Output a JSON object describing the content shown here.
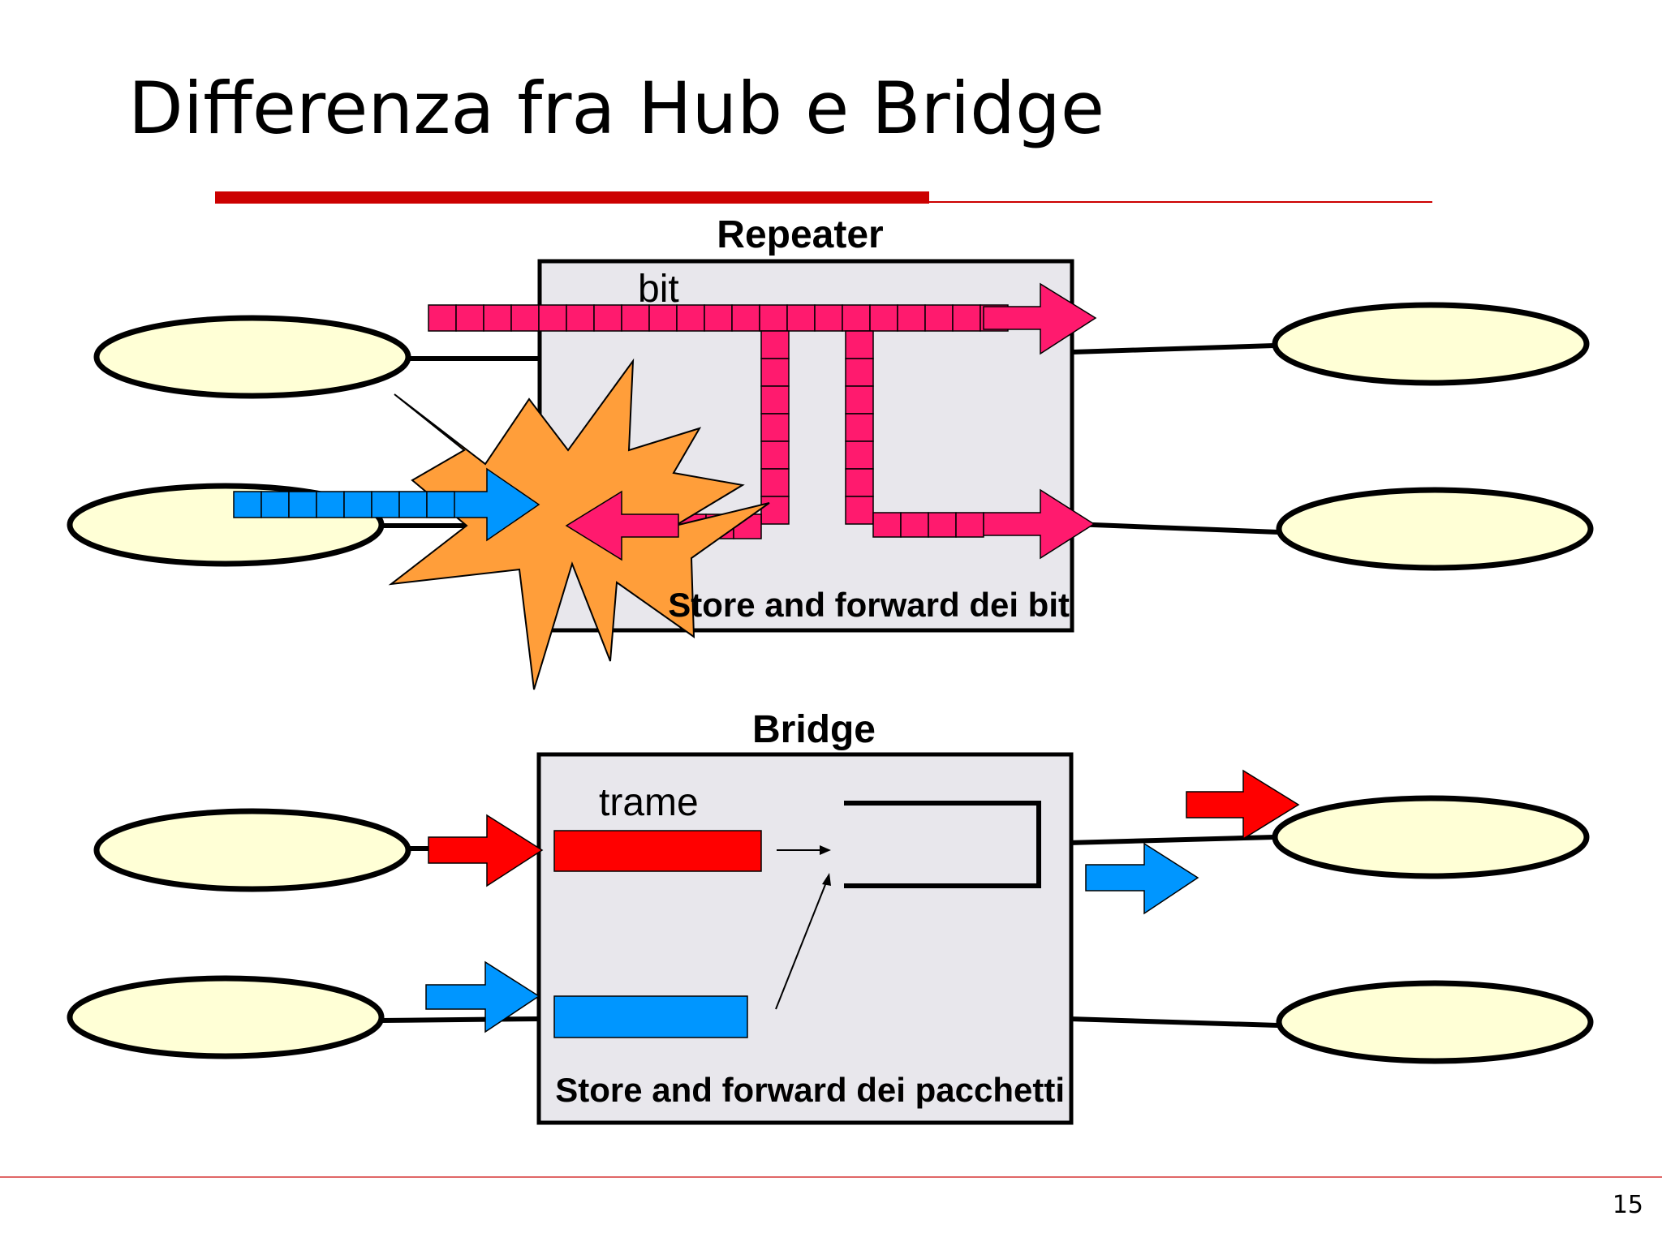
{
  "slide": {
    "title": "Differenza fra Hub e Bridge",
    "page_number": "15"
  },
  "repeater": {
    "heading": "Repeater",
    "unit_label": "bit",
    "caption": "Store and forward dei bit"
  },
  "bridge": {
    "heading": "Bridge",
    "unit_label": "trame",
    "caption": "Store and forward dei pacchetti"
  },
  "colors": {
    "title_rule": "#cc0000",
    "footer_rule": "#e06666",
    "box_fill": "#e8e7ec",
    "host_fill": "#ffffd6",
    "bit_stream": "#ff1a6e",
    "blue_stream": "#0096ff",
    "red_frame": "#ff0000",
    "collision": "#ff9e3a"
  }
}
